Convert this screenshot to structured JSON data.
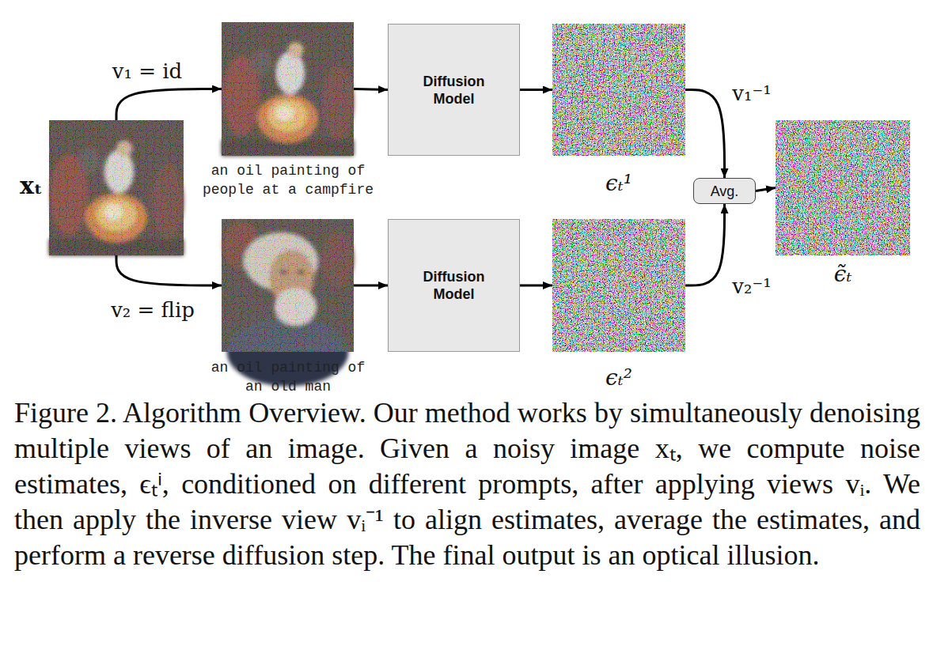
{
  "diagram": {
    "caption": "Figure 2. Algorithm Overview. Our method works by simultaneously denoising multiple views of an image. Given a noisy image xₜ, we compute noise estimates, ϵₜⁱ, conditioned on different prompts, after applying views vᵢ. We then apply the inverse view vᵢ⁻¹ to align estimates, average the estimates, and perform a reverse diffusion step. The final output is an optical illusion.",
    "nodes": [
      {
        "text": [
          "xₜ"
        ]
      },
      {
        "text": [
          "an oil painting of people at a campfire"
        ]
      },
      {
        "text": [
          "an oil painting of an old man"
        ]
      },
      {
        "text": [
          "Diffusion Model"
        ]
      },
      {
        "text": [
          "Diffusion Model"
        ]
      },
      {
        "text": [
          "ϵₜ¹"
        ]
      },
      {
        "text": [
          "ϵₜ²"
        ]
      },
      {
        "text": [
          "Avg."
        ]
      },
      {
        "text": [
          "ϵ̃ₜ"
        ]
      }
    ],
    "edges": [
      {
        "from": 0,
        "to": 1,
        "arrow": "to",
        "label": "v₁ = id"
      },
      {
        "from": 0,
        "to": 2,
        "arrow": "to",
        "label": "v₂ = flip"
      },
      {
        "from": 1,
        "to": 3,
        "arrow": "to"
      },
      {
        "from": 2,
        "to": 4,
        "arrow": "to"
      },
      {
        "from": 3,
        "to": 5,
        "arrow": "to"
      },
      {
        "from": 4,
        "to": 6,
        "arrow": "to"
      },
      {
        "from": 5,
        "to": 7,
        "arrow": "to",
        "label": "v₁⁻¹"
      },
      {
        "from": 6,
        "to": 7,
        "arrow": "to",
        "label": "v₂⁻¹"
      },
      {
        "from": 7,
        "to": 8,
        "arrow": "to"
      }
    ]
  }
}
